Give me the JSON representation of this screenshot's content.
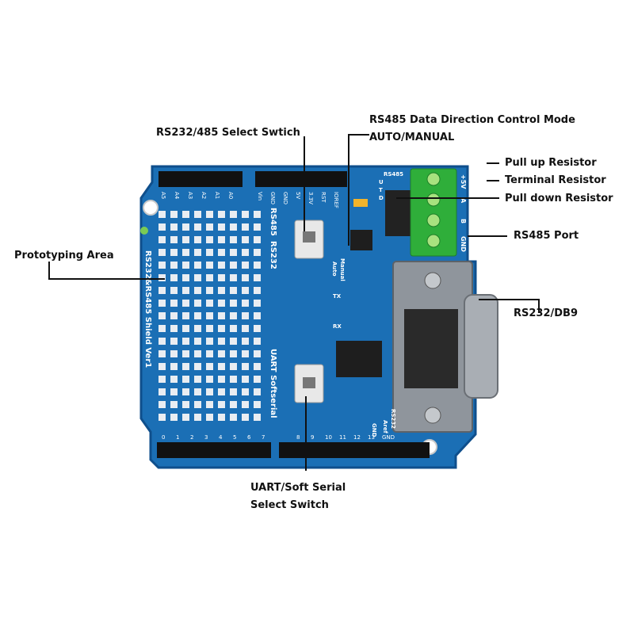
{
  "labels": {
    "select_switch": "RS232/485 Select Swtich",
    "direction_mode_line1": "RS485 Data Direction Control Mode",
    "direction_mode_line2": "AUTO/MANUAL",
    "pull_up": "Pull up Resistor",
    "terminal": "Terminal Resistor",
    "pull_down": "Pull down Resistor",
    "rs485_port": "RS485 Port",
    "prototyping": "Prototyping Area",
    "db9": "RS232/DB9",
    "uart_line1": "UART/Soft Serial",
    "uart_line2": "Select Switch"
  },
  "silkscreen": {
    "board_title": "RS232&RS485 Shield Ver1",
    "rs485": "RS485",
    "rs232": "RS232",
    "uart_soft": "UART Softserial",
    "auto": "Auto",
    "manual": "Manual",
    "tx": "TX",
    "rx": "RX",
    "rs485_small": "RS485",
    "rs232_small": "RS232",
    "aref": "Aref",
    "gnd_bottom": "GND",
    "term_5v": "+5V",
    "term_a": "A",
    "term_b": "B",
    "term_gnd": "GND",
    "resistor_u": "U",
    "resistor_t": "T",
    "resistor_d": "D",
    "analog_pins": [
      "A5",
      "A4",
      "A3",
      "A2",
      "A1",
      "A0"
    ],
    "power_pins": [
      "Vin",
      "GND",
      "GND",
      "5V",
      "3.3V",
      "RST",
      "IOREF"
    ],
    "digital_low": [
      "0",
      "1",
      "2",
      "3",
      "4",
      "5",
      "6",
      "7"
    ],
    "digital_high": [
      "8",
      "9",
      "10",
      "11",
      "12",
      "13",
      "GND"
    ]
  },
  "colors": {
    "board": "#1b6fb5",
    "board_edge": "#0f4f8c",
    "header": "#111111",
    "terminal": "#2fae3a",
    "db9_shell": "#8f959c",
    "line": "#111111"
  }
}
